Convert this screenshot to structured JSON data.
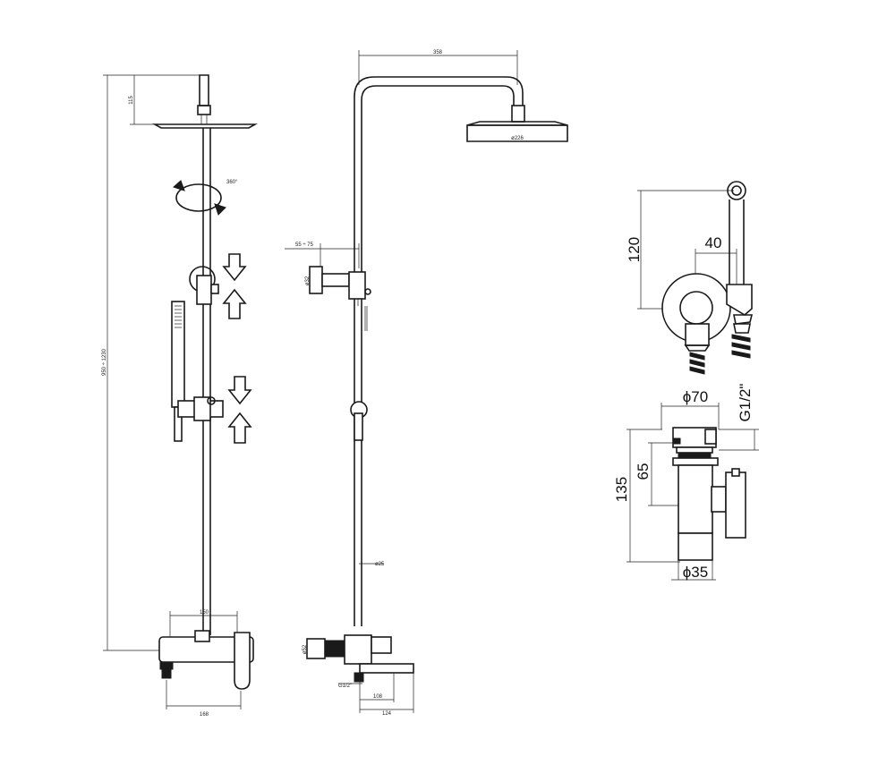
{
  "view_front": {
    "dim_head_height": "115",
    "dim_total_height": "950 ÷ 1230",
    "dim_rotation": "360°",
    "dim_mixer_width": "150",
    "dim_mixer_depth": "168"
  },
  "view_side": {
    "dim_arm_length": "358",
    "dim_head_diameter": "ø226",
    "dim_wall_offset": "55 ÷ 75",
    "dim_bracket_dia": "ø32",
    "dim_pipe_dia": "ø25",
    "dim_mixer_dia": "ø52",
    "dim_thread": "G1/2\"",
    "dim_spout_108": "108",
    "dim_spout_124": "124"
  },
  "detail_top": {
    "dim_120": "120",
    "dim_40": "40"
  },
  "detail_bottom": {
    "dim_d70": "ϕ70",
    "dim_thread": "G1/2\"",
    "dim_65": "65",
    "dim_135": "135",
    "dim_d35": "ϕ35"
  }
}
